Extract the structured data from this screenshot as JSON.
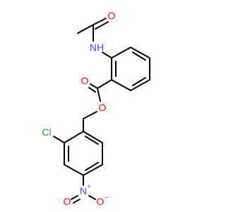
{
  "molecule": {
    "atoms": {
      "o_acetyl": {
        "symbol": "O",
        "color": "#ff0d0d"
      },
      "nh": {
        "symbol": "NH",
        "color": "#3050f8"
      },
      "o_carbonyl": {
        "symbol": "O",
        "color": "#ff0d0d"
      },
      "o_ester": {
        "symbol": "O",
        "color": "#ff0d0d"
      },
      "cl": {
        "symbol": "Cl",
        "color": "#1fa01f"
      },
      "n_nitro": {
        "symbol": "N",
        "charge": "+",
        "color": "#3050f8"
      },
      "o_nitro_left": {
        "symbol": "O",
        "color": "#ff0d0d"
      },
      "o_nitro_right": {
        "symbol": "O",
        "charge": "−",
        "color": "#ff0d0d"
      }
    },
    "bond_color": "#000000"
  }
}
